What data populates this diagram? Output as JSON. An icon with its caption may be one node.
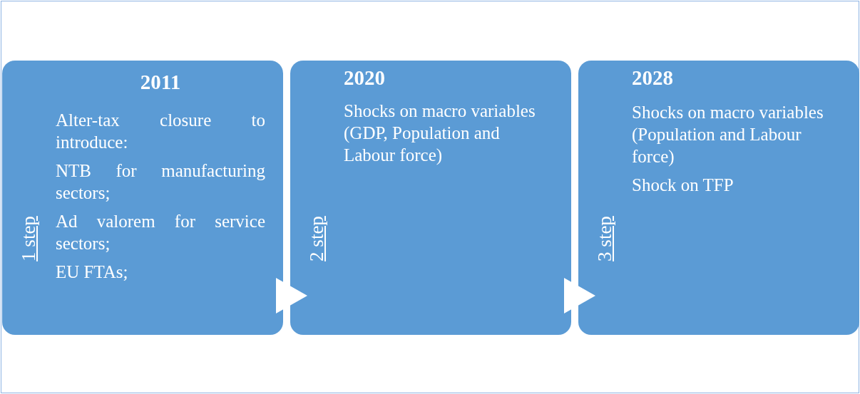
{
  "diagram": {
    "nodes": [
      {
        "text": [
          "1 step",
          "2011",
          "Alter-tax closure to introduce:",
          "NTB for manufacturing sectors;",
          "Ad valorem for service sectors;",
          "EU FTAs;"
        ]
      },
      {
        "text": [
          "2 step",
          "2020",
          "Shocks on macro variables (GDP, Population and Labour force)"
        ]
      },
      {
        "text": [
          "3 step",
          "2028",
          "Shocks on macro variables (Population and Labour force)",
          "Shock on TFP"
        ]
      }
    ],
    "edges": [
      {
        "from": 0,
        "to": 1,
        "arrow": "to"
      },
      {
        "from": 1,
        "to": 2,
        "arrow": "to"
      }
    ]
  }
}
